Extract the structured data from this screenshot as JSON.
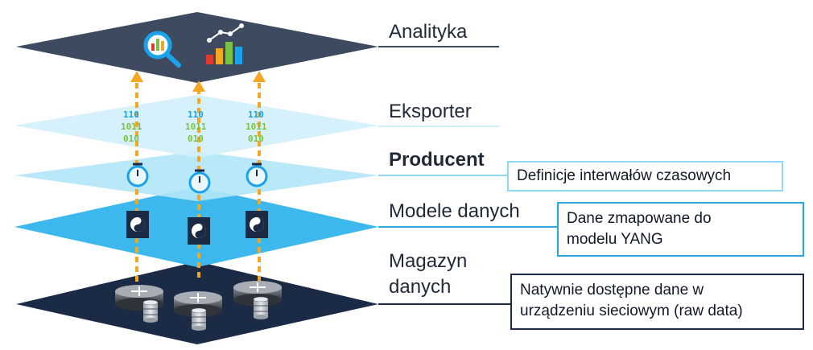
{
  "layers": {
    "analytics": "Analityka",
    "exporter": "Eksporter",
    "producer": "Producent",
    "data_models": "Modele danych",
    "datastore_line1": "Magazyn",
    "datastore_line2": "danych"
  },
  "callouts": {
    "producer": "Definicje interwałów czasowych",
    "models_line1": "Dane zmapowane do",
    "models_line2": "modelu YANG",
    "datastore_line1": "Natywnie dostępne dane w",
    "datastore_line2": "urządzeniu sieciowym (raw data)"
  },
  "binary": {
    "line1": "110",
    "line2": "1011",
    "line3": "010"
  },
  "icons": {
    "analytics": [
      "magnifier-chart-icon",
      "bar-line-chart-icon"
    ],
    "producer": "stopwatch-icon",
    "models": "yin-yang-icon",
    "datastore": [
      "router-icon",
      "database-icon"
    ]
  },
  "colors": {
    "analytics_layer": "#3d4a60",
    "exporter_layer": "#d2f0fb",
    "producer_layer": "#b3e6f8",
    "models_layer": "#3cb8ec",
    "datastore_layer": "#1b2a45",
    "arrow": "#f5a623",
    "callout_light": "#8fd8f5",
    "callout_mid": "#2aa9e0",
    "callout_dark": "#1b2a45"
  }
}
